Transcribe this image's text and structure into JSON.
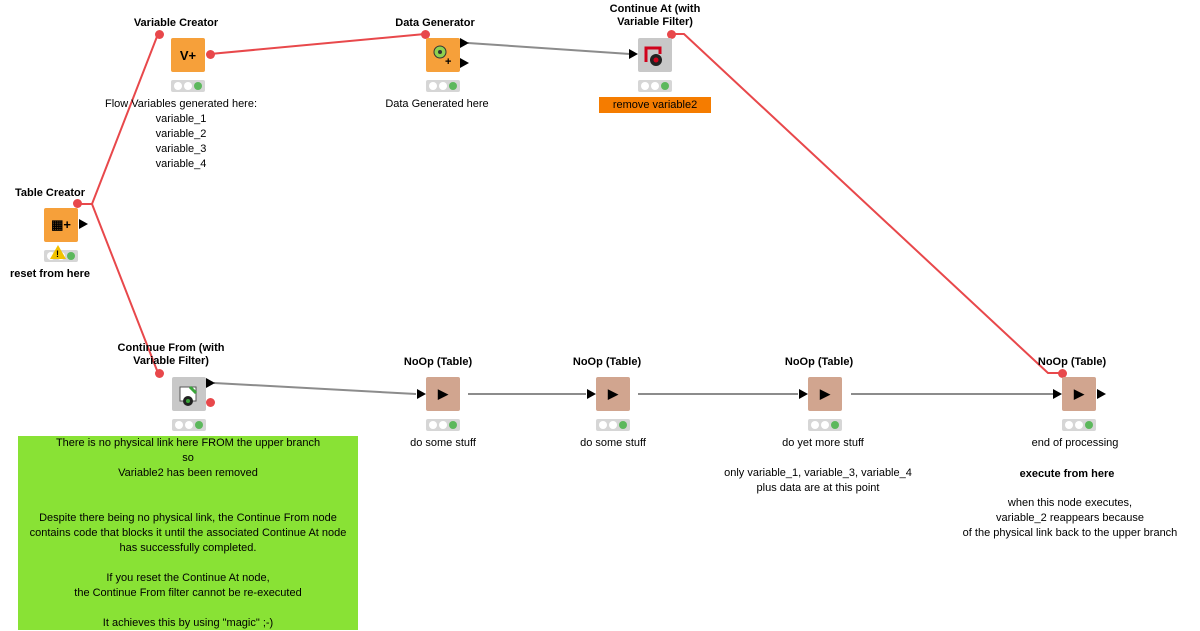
{
  "nodes": {
    "table_creator": {
      "title": "Table Creator",
      "label": "reset from here",
      "warning": "!"
    },
    "variable_creator": {
      "title": "Variable Creator",
      "label_lines": [
        "Flow Variables generated here:",
        "variable_1",
        "variable_2",
        "variable_3",
        "variable_4"
      ]
    },
    "data_generator": {
      "title": "Data Generator",
      "label": "Data Generated here"
    },
    "continue_at": {
      "title_lines": [
        "Continue At (with",
        "Variable Filter)"
      ],
      "annotation": "remove variable2"
    },
    "continue_from": {
      "title_lines": [
        "Continue From (with",
        "Variable Filter)"
      ]
    },
    "noop_1": {
      "title": "NoOp (Table)",
      "label": "do some stuff"
    },
    "noop_2": {
      "title": "NoOp (Table)",
      "label": "do some stuff"
    },
    "noop_3": {
      "title": "NoOp (Table)",
      "label": "do  yet more  stuff",
      "note_lines": [
        "only variable_1, variable_3, variable_4",
        "plus data are at this point"
      ]
    },
    "noop_4": {
      "title": "NoOp (Table)",
      "label": "end of processing",
      "note_bold": "execute from here",
      "note_lines": [
        "when this node executes,",
        "variable_2 reappears because",
        "of the physical link back to the upper branch"
      ]
    }
  },
  "annotation_green": {
    "lines": [
      "There is no physical link here FROM the upper branch",
      "so",
      "Variable2 has been removed",
      "",
      "",
      "Despite there being no physical link, the Continue From node",
      "contains code that blocks it until the associated Continue At node",
      "has successfully completed.",
      "",
      "If you reset the Continue At node,",
      "the Continue From filter cannot be re-executed",
      "",
      "It achieves this by using \"magic\"  ;-)"
    ]
  },
  "icons": {
    "variable_creator": "V+",
    "play": "▶",
    "table_creator": "▦+"
  },
  "colors": {
    "variable_connection": "#e8484b",
    "data_connection": "#8c8c8c",
    "node_orange": "#f6a03a",
    "node_brown": "#d1a58f",
    "annotation_orange": "#f57c00",
    "annotation_green": "#89e235"
  }
}
